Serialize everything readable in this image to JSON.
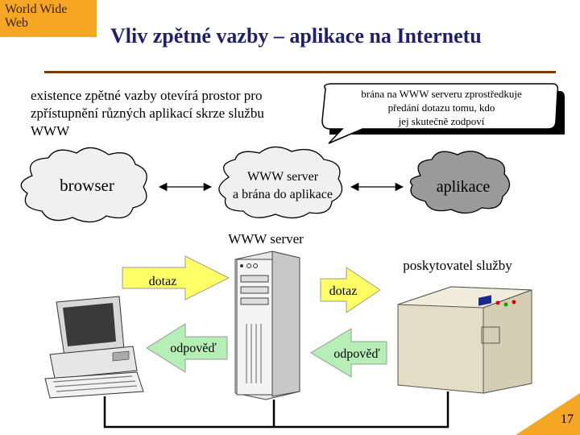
{
  "header": {
    "tag": "World Wide\nWeb",
    "title": "Vliv zpětné vazby – aplikace na Internetu"
  },
  "intro_text": "existence zpětné vazby otevírá prostor pro zpřístupnění různých aplikací skrze službu WWW",
  "callout": {
    "lines": [
      "brána na WWW serveru zprostředkuje",
      "předání dotazu tomu, kdo",
      "jej skutečně zodpoví"
    ]
  },
  "clouds": {
    "browser": "browser",
    "server": [
      "WWW server",
      "a brána do aplikace"
    ],
    "app": "aplikace"
  },
  "lower": {
    "server_label": "WWW server",
    "provider_label": "poskytovatel služby",
    "query_left": "dotaz",
    "query_right": "dotaz",
    "answer_left": "odpověď",
    "answer_right": "odpověď"
  },
  "page_number": "17",
  "colors": {
    "accent": "#f5a623",
    "cloud_light": "#f0f0f0",
    "cloud_dark": "#9a9a9a",
    "arrow_yellow": "#ffff66",
    "arrow_green": "#b5efb5",
    "title": "#1f1f6b"
  }
}
